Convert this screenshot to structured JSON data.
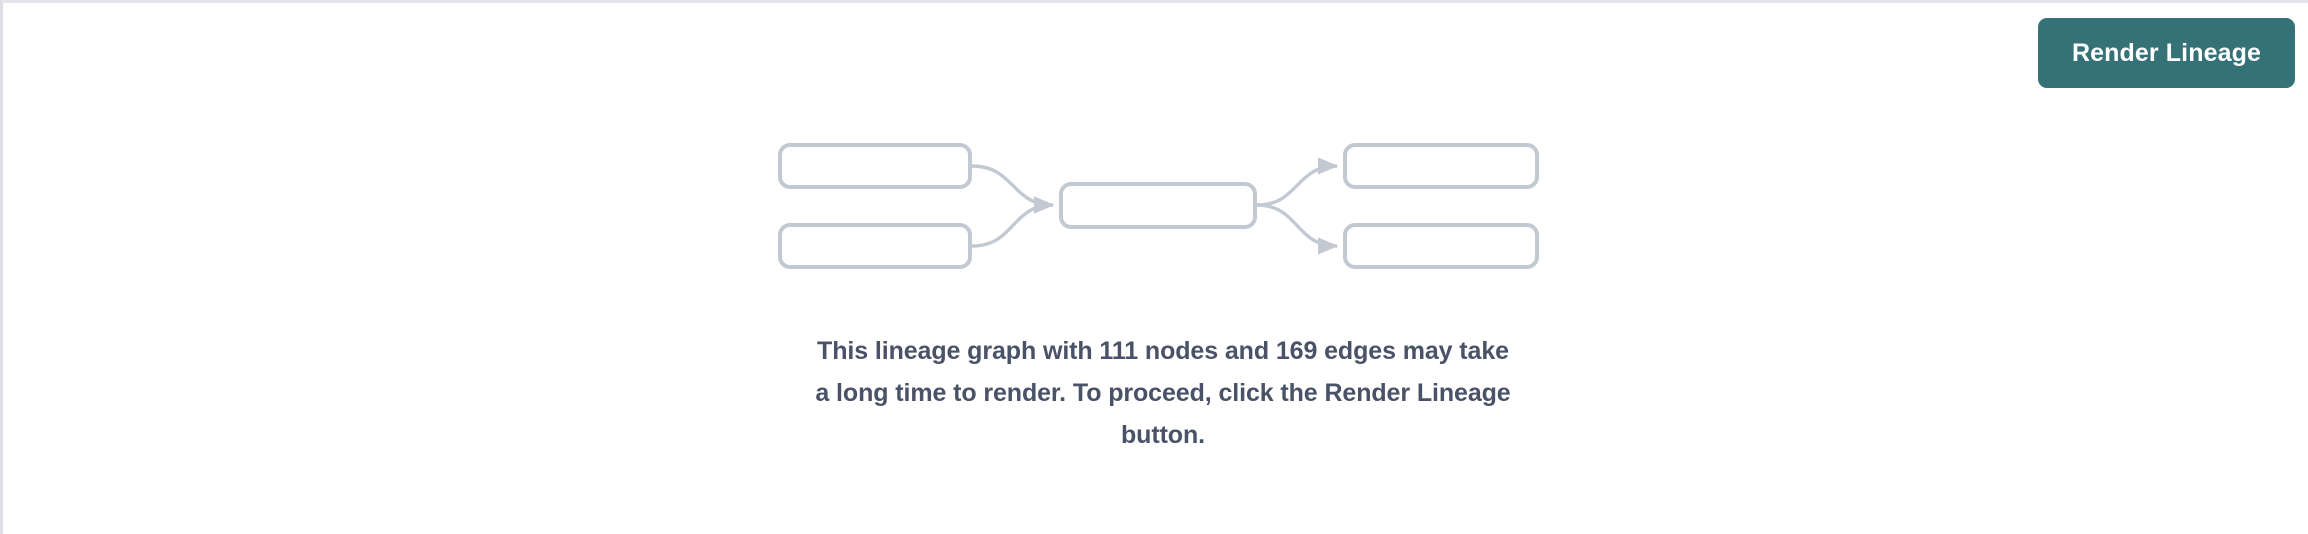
{
  "colors": {
    "button_background": "#347277",
    "button_text": "#ffffff",
    "node_border": "#c3c9d2",
    "edge_stroke": "#c3c9d2",
    "message_text": "#4a5268",
    "panel_border_top": "#e2e4e9",
    "panel_border_left": "#dcdee4",
    "canvas_background": "#ffffff"
  },
  "toolbar": {
    "render_lineage_label": "Render Lineage"
  },
  "graph_preview": {
    "node_count_visible": 5,
    "nodes": [
      {
        "id": "source-1",
        "label": ""
      },
      {
        "id": "source-2",
        "label": ""
      },
      {
        "id": "center",
        "label": ""
      },
      {
        "id": "target-1",
        "label": ""
      },
      {
        "id": "target-2",
        "label": ""
      }
    ],
    "edges": [
      {
        "from": "source-1",
        "to": "center"
      },
      {
        "from": "source-2",
        "to": "center"
      },
      {
        "from": "center",
        "to": "target-1"
      },
      {
        "from": "center",
        "to": "target-2"
      }
    ]
  },
  "message": {
    "line_1": "This lineage graph with 111 nodes and 169 edges may take",
    "line_2": "a long time to render. To proceed, click the Render Lineage",
    "line_3": "button.",
    "node_count": "111",
    "edge_count": "169"
  }
}
